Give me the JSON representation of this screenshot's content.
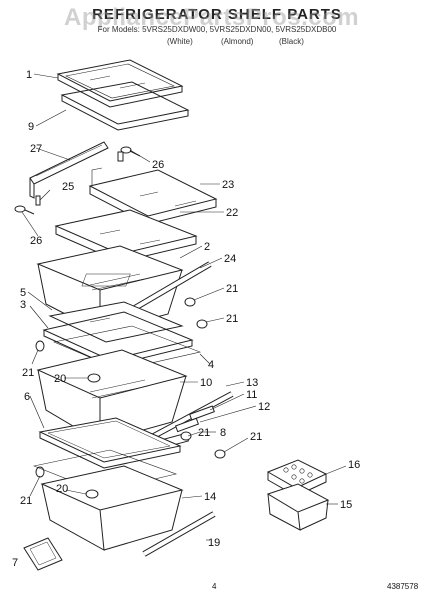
{
  "watermark": "AppliancePartsPros.com",
  "title": "REFRIGERATOR SHELF PARTS",
  "models_line": "For Models: 5VRS25DXDW00, 5VRS25DXDN00, 5VRS25DXDB00",
  "variants": [
    "(White)",
    "(Almond)",
    "(Black)"
  ],
  "callouts": [
    "1",
    "9",
    "27",
    "26",
    "25",
    "26",
    "23",
    "22",
    "2",
    "24",
    "5",
    "3",
    "21",
    "21",
    "4",
    "21",
    "20",
    "10",
    "13",
    "11",
    "12",
    "6",
    "8",
    "21",
    "21",
    "16",
    "15",
    "21",
    "20",
    "14",
    "19",
    "7"
  ],
  "footer": {
    "page": "4",
    "doc_number": "4387578"
  }
}
